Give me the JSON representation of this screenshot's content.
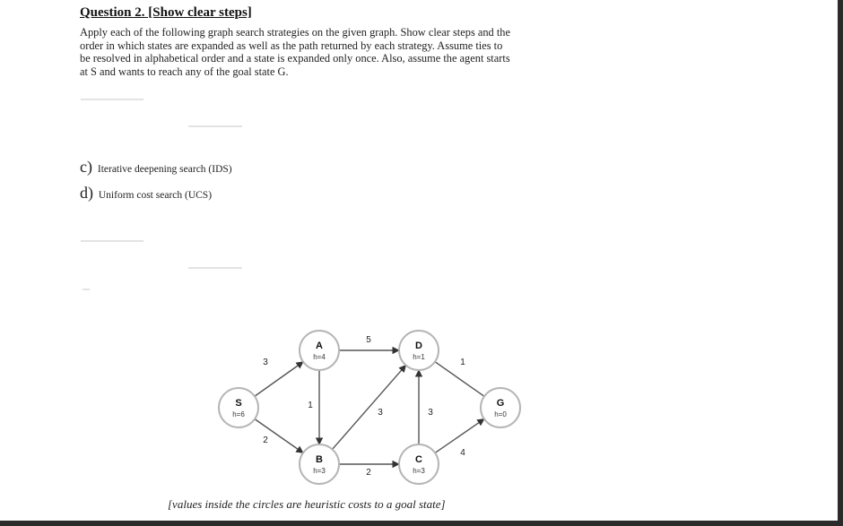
{
  "question": {
    "title": "Question 2. [Show clear steps]",
    "body_lines": [
      "Apply each of the following graph search strategies on the given graph. Show clear steps and the",
      "order in which states are expanded as well as the path returned by each strategy. Assume ties to",
      "be resolved in alphabetical order and a state is expanded only once. Also, assume the agent starts",
      "at S and wants to reach any of the goal state G."
    ]
  },
  "parts": [
    {
      "letter": "c)",
      "text": "Iterative deepening search (IDS)"
    },
    {
      "letter": "d)",
      "text": "Uniform cost search (UCS)"
    }
  ],
  "graph": {
    "nodes": [
      {
        "id": "S",
        "label": "S",
        "h": "h=6"
      },
      {
        "id": "A",
        "label": "A",
        "h": "h=4"
      },
      {
        "id": "B",
        "label": "B",
        "h": "h=3"
      },
      {
        "id": "C",
        "label": "C",
        "h": "h=3"
      },
      {
        "id": "D",
        "label": "D",
        "h": "h=1"
      },
      {
        "id": "G",
        "label": "G",
        "h": "h=0"
      }
    ],
    "edges": [
      {
        "from": "S",
        "to": "A",
        "cost": "3",
        "directed": true
      },
      {
        "from": "S",
        "to": "B",
        "cost": "2",
        "directed": true
      },
      {
        "from": "A",
        "to": "B",
        "cost": "1",
        "directed": true
      },
      {
        "from": "A",
        "to": "D",
        "cost": "5",
        "directed": true
      },
      {
        "from": "B",
        "to": "C",
        "cost": "2",
        "directed": true
      },
      {
        "from": "B",
        "to": "D",
        "cost": "3",
        "directed": true
      },
      {
        "from": "C",
        "to": "D",
        "cost": "3",
        "directed": true
      },
      {
        "from": "D",
        "to": "G",
        "cost": "1",
        "directed": false
      },
      {
        "from": "C",
        "to": "G",
        "cost": "4",
        "directed": true
      }
    ]
  },
  "caption": "[values inside the circles are heuristic costs to a goal state]"
}
